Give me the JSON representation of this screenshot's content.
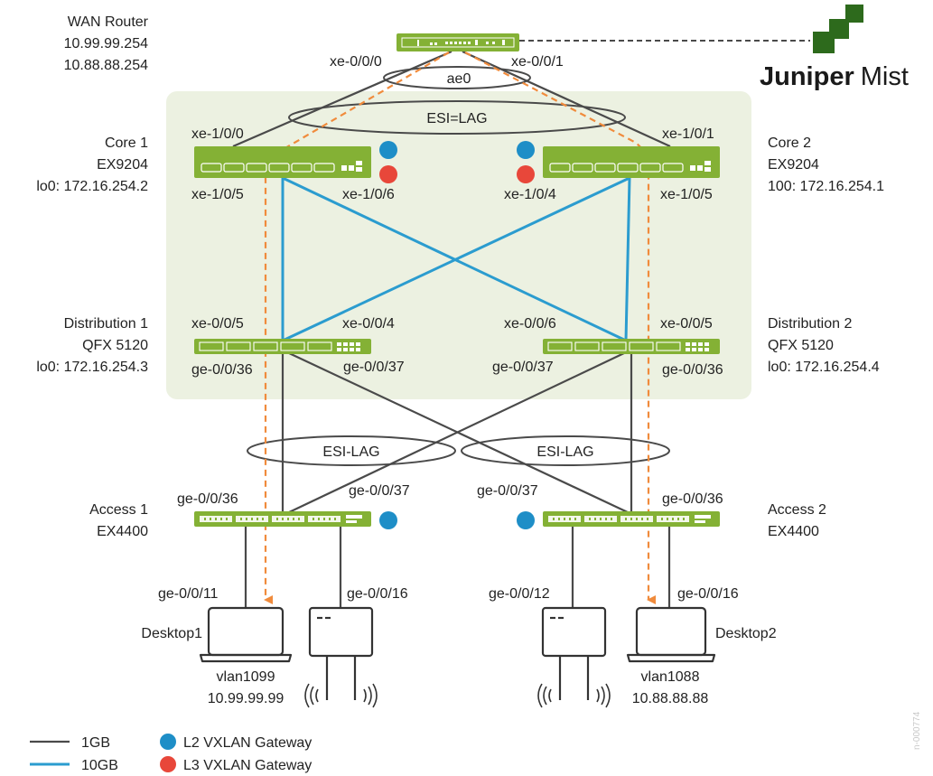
{
  "colors": {
    "device_green": "#84b135",
    "core_zone_bg": "#ecf1e1",
    "link_1g": "#4a4a4a",
    "link_10g": "#2b9ccf",
    "traffic_path": "#f08b3c",
    "l2_gateway": "#1e8ec7",
    "l3_gateway": "#e8473a",
    "logo_green": "#2d6a1c"
  },
  "brand": {
    "bold": "Juniper",
    "light": "Mist",
    "icon": "juniper-mist-logo-icon"
  },
  "devices": {
    "wan_router": {
      "name": "WAN Router",
      "ip1": "10.99.99.254",
      "ip2": "10.88.88.254",
      "port_left": "xe-0/0/0",
      "port_right": "xe-0/0/1"
    },
    "core1": {
      "name": "Core 1",
      "model": "EX9204",
      "lo0": "lo0: 172.16.254.2",
      "port_up": "xe-1/0/0",
      "port_down_left": "xe-1/0/5",
      "port_down_right": "xe-1/0/6"
    },
    "core2": {
      "name": "Core 2",
      "model": "EX9204",
      "lo0": "100: 172.16.254.1",
      "port_up": "xe-1/0/1",
      "port_down_left": "xe-1/0/4",
      "port_down_right": "xe-1/0/5"
    },
    "dist1": {
      "name": "Distribution 1",
      "model": "QFX 5120",
      "lo0": "lo0: 172.16.254.3",
      "port_up_left": "xe-0/0/5",
      "port_up_right": "xe-0/0/4",
      "port_down_left": "ge-0/0/36",
      "port_down_right": "ge-0/0/37"
    },
    "dist2": {
      "name": "Distribution 2",
      "model": "QFX 5120",
      "lo0": "lo0: 172.16.254.4",
      "port_up_left": "xe-0/0/6",
      "port_up_right": "xe-0/0/5",
      "port_down_left": "ge-0/0/37",
      "port_down_right": "ge-0/0/36"
    },
    "access1": {
      "name": "Access 1",
      "model": "EX4400",
      "port_up_left": "ge-0/0/36",
      "port_up_right": "ge-0/0/37",
      "port_desktop": "ge-0/0/11",
      "port_ap": "ge-0/0/16"
    },
    "access2": {
      "name": "Access 2",
      "model": "EX4400",
      "port_up_left": "ge-0/0/37",
      "port_up_right": "ge-0/0/36",
      "port_ap": "ge-0/0/12",
      "port_desktop": "ge-0/0/16"
    },
    "desktop1": {
      "name": "Desktop1",
      "vlan": "vlan1099",
      "ip": "10.99.99.99"
    },
    "desktop2": {
      "name": "Desktop2",
      "vlan": "vlan1088",
      "ip": "10.88.88.88"
    }
  },
  "lags": {
    "ae0": "ae0",
    "core_esi": "ESI=LAG",
    "access1_esi": "ESI-LAG",
    "access2_esi": "ESI-LAG"
  },
  "legend": {
    "link_1g": "1GB",
    "link_10g": "10GB",
    "l2_gateway": "L2 VXLAN Gateway",
    "l3_gateway": "L3 VXLAN Gateway"
  },
  "diagram_id": "n-000774"
}
